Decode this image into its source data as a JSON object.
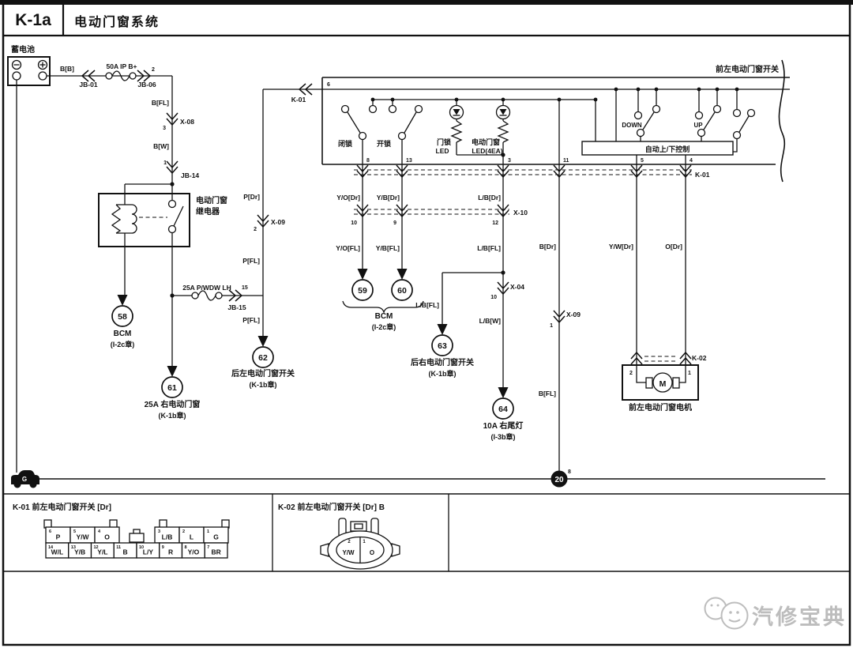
{
  "header": {
    "code": "K-1a",
    "title": "电动门窗系统"
  },
  "battery": {
    "label": "蓄电池"
  },
  "feed": {
    "wire_bb": "B[B]",
    "jb01": "JB-01",
    "fuse": "50A IP B+",
    "jb06": "JB-06",
    "jb06_pin": "2",
    "wire_bfl": "B[FL]",
    "x08": "X-08",
    "x08_pin": "3",
    "wire_bw": "B[W]",
    "jb14": "JB-14",
    "jb14_pin": "1"
  },
  "relay": {
    "line1": "电动门窗",
    "line2": "继电器"
  },
  "fuse2": {
    "label": "25A P/WDW LH",
    "pin": "15",
    "name": "JB-15"
  },
  "p_column": {
    "p_dr": "P[Dr]",
    "x09": "X-09",
    "x09_pin": "2",
    "p_fl_upper": "P[FL]",
    "p_fl_lower": "P[FL]",
    "k01": "K-01"
  },
  "switch_box": {
    "title": "前左电动门窗开关",
    "pin6": "6",
    "lock": "闭锁",
    "unlock": "开锁",
    "led1_line1": "门锁",
    "led1_line2": "LED",
    "led2_line1": "电动门窗",
    "led2_line2": "LED(4EA)",
    "down": "DOWN",
    "up": "UP",
    "auto_ctrl": "自动上/下控制",
    "pin8": "8",
    "pin13": "13",
    "pin3": "3",
    "pin11": "11",
    "pin5": "5",
    "pin4": "4",
    "k01": "K-01"
  },
  "wires": {
    "yo_dr": "Y/O[Dr]",
    "yb_dr": "Y/B[Dr]",
    "lb_dr": "L/B[Dr]",
    "b_dr": "B[Dr]",
    "yw_dr": "Y/W[Dr]",
    "o_dr": "O[Dr]",
    "yo_fl": "Y/O[FL]",
    "yb_fl": "Y/B[FL]",
    "lb_fl": "L/B[FL]",
    "lb_fl_branch": "L/B[FL]",
    "lb_w": "L/B[W]",
    "b_fl": "B[FL]"
  },
  "x10": {
    "label": "X-10",
    "pin_left": "10",
    "pin_mid": "9",
    "pin_right": "12"
  },
  "x04": {
    "label": "X-04",
    "pin": "10"
  },
  "x09_lower": {
    "label": "X-09",
    "pin": "1"
  },
  "nodes": {
    "n58": "58",
    "n59": "59",
    "n60": "60",
    "n61": "61",
    "n62": "62",
    "n63": "63",
    "n64": "64",
    "n20": "20",
    "n20_pin": "8",
    "ground": "G"
  },
  "dest58": {
    "line1": "BCM",
    "line2": "(I-2c章)"
  },
  "dest61": {
    "line1": "25A 右电动门窗",
    "line2": "(K-1b章)"
  },
  "dest62": {
    "line1": "后左电动门窗开关",
    "line2": "(K-1b章)"
  },
  "bcm_group": {
    "line1": "BCM",
    "line2": "(I-2c章)"
  },
  "dest63": {
    "line1": "后右电动门窗开关",
    "line2": "(K-1b章)"
  },
  "dest64": {
    "line1": "10A 右尾灯",
    "line2": "(I-3b章)"
  },
  "motor": {
    "k02": "K-02",
    "pin2": "2",
    "pin1": "1",
    "symbol": "M",
    "label": "前左电动门窗电机"
  },
  "panel_k01": {
    "title": "K-01 前左电动门窗开关 [Dr]",
    "top": [
      {
        "n": "6",
        "c": "P"
      },
      {
        "n": "5",
        "c": "Y/W"
      },
      {
        "n": "4",
        "c": "O"
      },
      {
        "n": "3",
        "c": "L/B"
      },
      {
        "n": "2",
        "c": "L"
      },
      {
        "n": "1",
        "c": "G"
      }
    ],
    "bottom": [
      {
        "n": "14",
        "c": "W/L"
      },
      {
        "n": "13",
        "c": "Y/B"
      },
      {
        "n": "12",
        "c": "Y/L"
      },
      {
        "n": "11",
        "c": "B"
      },
      {
        "n": "10",
        "c": "L/Y"
      },
      {
        "n": "9",
        "c": "R"
      },
      {
        "n": "8",
        "c": "Y/O"
      },
      {
        "n": "7",
        "c": "BR"
      }
    ]
  },
  "panel_k02": {
    "title": "K-02 前左电动门窗开关 [Dr] B",
    "pin2_n": "2",
    "pin2_c": "Y/W",
    "pin1_n": "1",
    "pin1_c": "O"
  },
  "watermark": {
    "text": "汽修宝典"
  }
}
